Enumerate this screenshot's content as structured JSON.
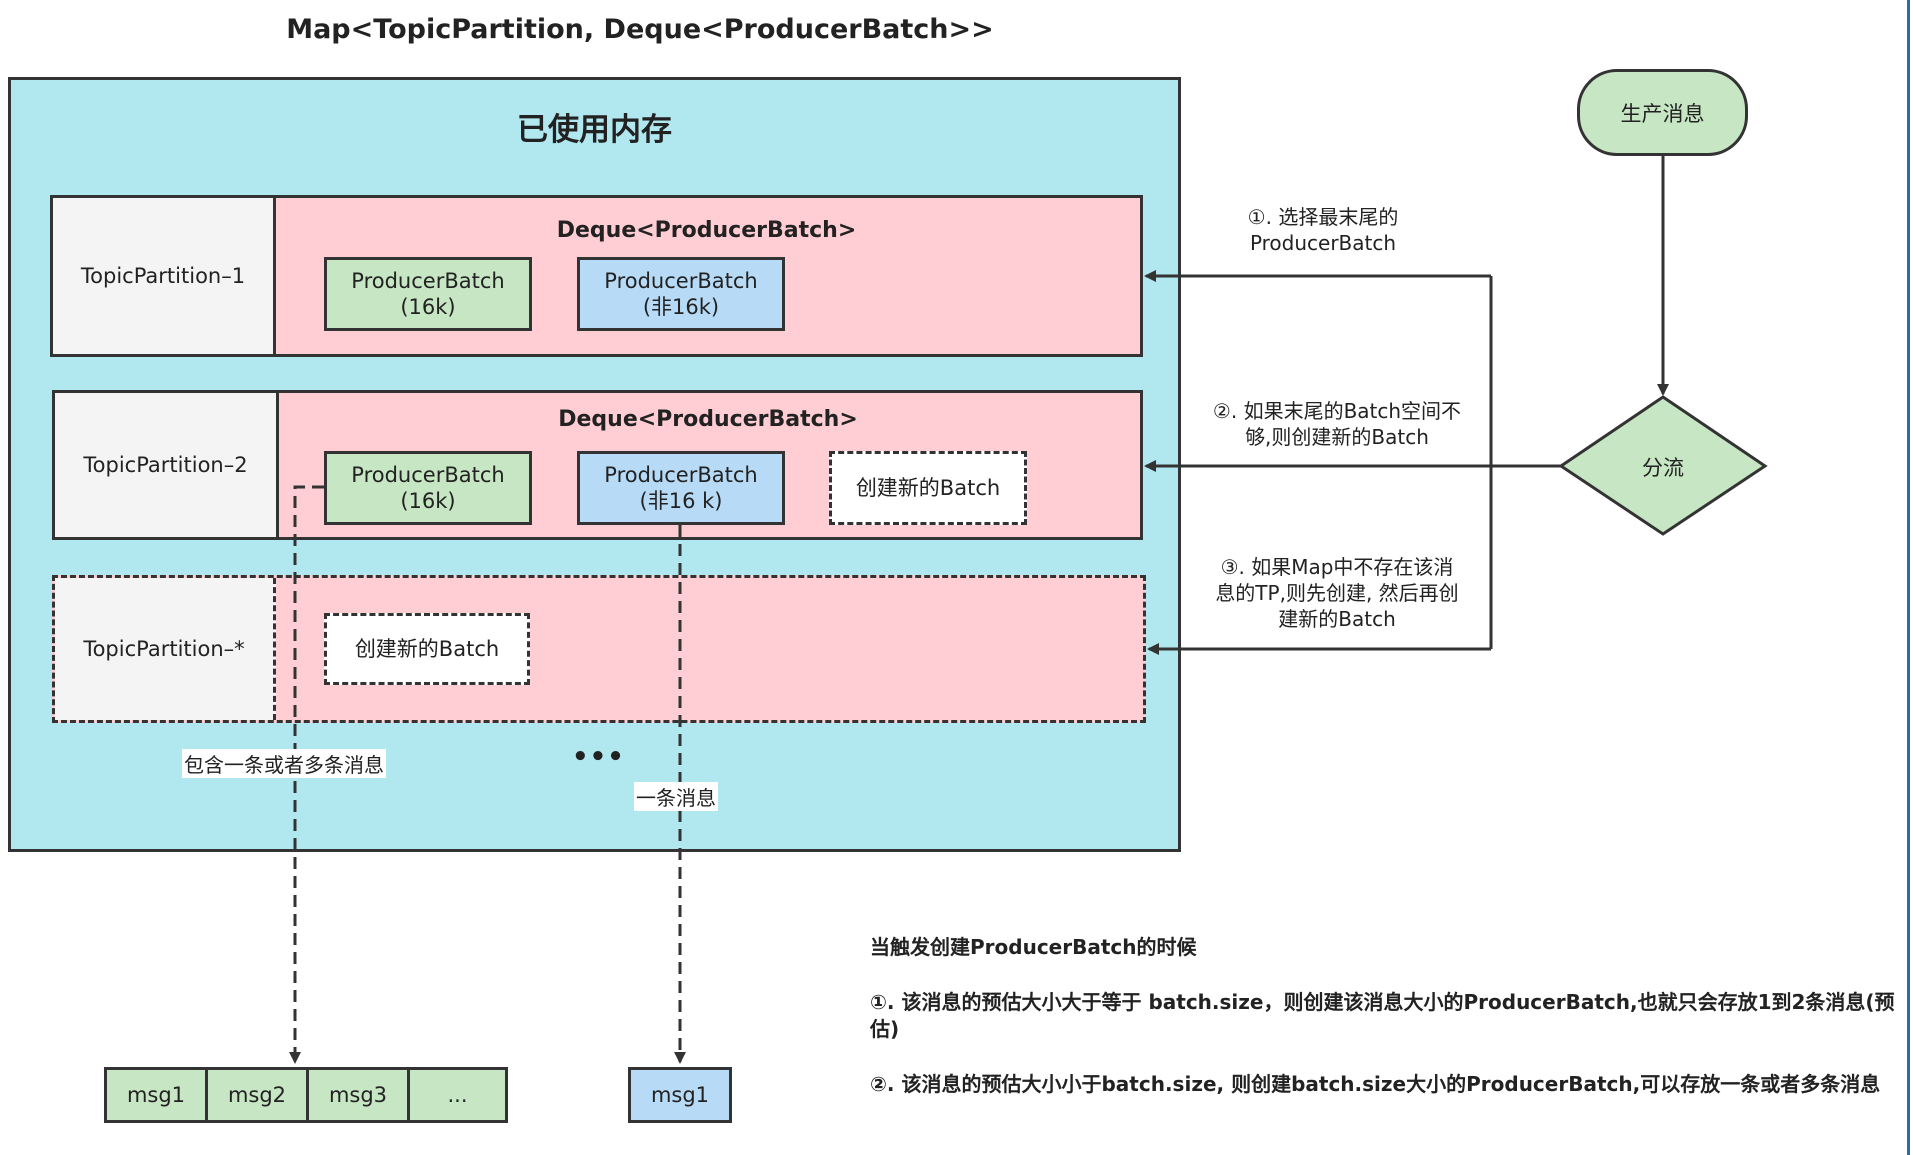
{
  "title": "Map<TopicPartition, Deque<ProducerBatch>>",
  "memory_area": {
    "title": "已使用内存"
  },
  "rows": [
    {
      "partition": "TopicPartition–1",
      "deque_label": "Deque<ProducerBatch>",
      "batches": [
        {
          "line1": "ProducerBatch",
          "line2": "(16k)"
        },
        {
          "line1": "ProducerBatch",
          "line2": "(非16k)"
        }
      ]
    },
    {
      "partition": "TopicPartition–2",
      "deque_label": "Deque<ProducerBatch>",
      "batches": [
        {
          "line1": "ProducerBatch",
          "line2": "(16k)"
        },
        {
          "line1": "ProducerBatch",
          "line2": "(非16 k)"
        }
      ],
      "new_batch": "创建新的Batch"
    },
    {
      "partition": "TopicPartition–*",
      "new_batch": "创建新的Batch"
    }
  ],
  "ellipsis": "•••",
  "edge_labels": {
    "multi": "包含一条或者多条消息",
    "single": "一条消息"
  },
  "messages_multi": [
    "msg1",
    "msg2",
    "msg3",
    "..."
  ],
  "messages_single": [
    "msg1"
  ],
  "flow": {
    "start": "生产消息",
    "decision": "分流",
    "note1_line1": "①. 选择最末尾的",
    "note1_line2": "ProducerBatch",
    "note2_line1": "②. 如果末尾的Batch空间不",
    "note2_line2": "够,则创建新的Batch",
    "note3_line1": "③. 如果Map中不存在该消",
    "note3_line2": "息的TP,则先创建, 然后再创",
    "note3_line3": "建新的Batch"
  },
  "bottom_notes": {
    "heading": "当触发创建ProducerBatch的时候",
    "item1": "①. 该消息的预估大小大于等于 batch.size，则创建该消息大小的ProducerBatch,也就只会存放1到2条消息(预估)",
    "item2": "②. 该消息的预估大小小于batch.size, 则创建batch.size大小的ProducerBatch,可以存放一条或者多条消息"
  },
  "colors": {
    "memory": "#b1e8f0",
    "deque": "#ffcdd4",
    "partition": "#f4f4f4",
    "green": "#c7e6c3",
    "blue": "#b7dbf7"
  }
}
